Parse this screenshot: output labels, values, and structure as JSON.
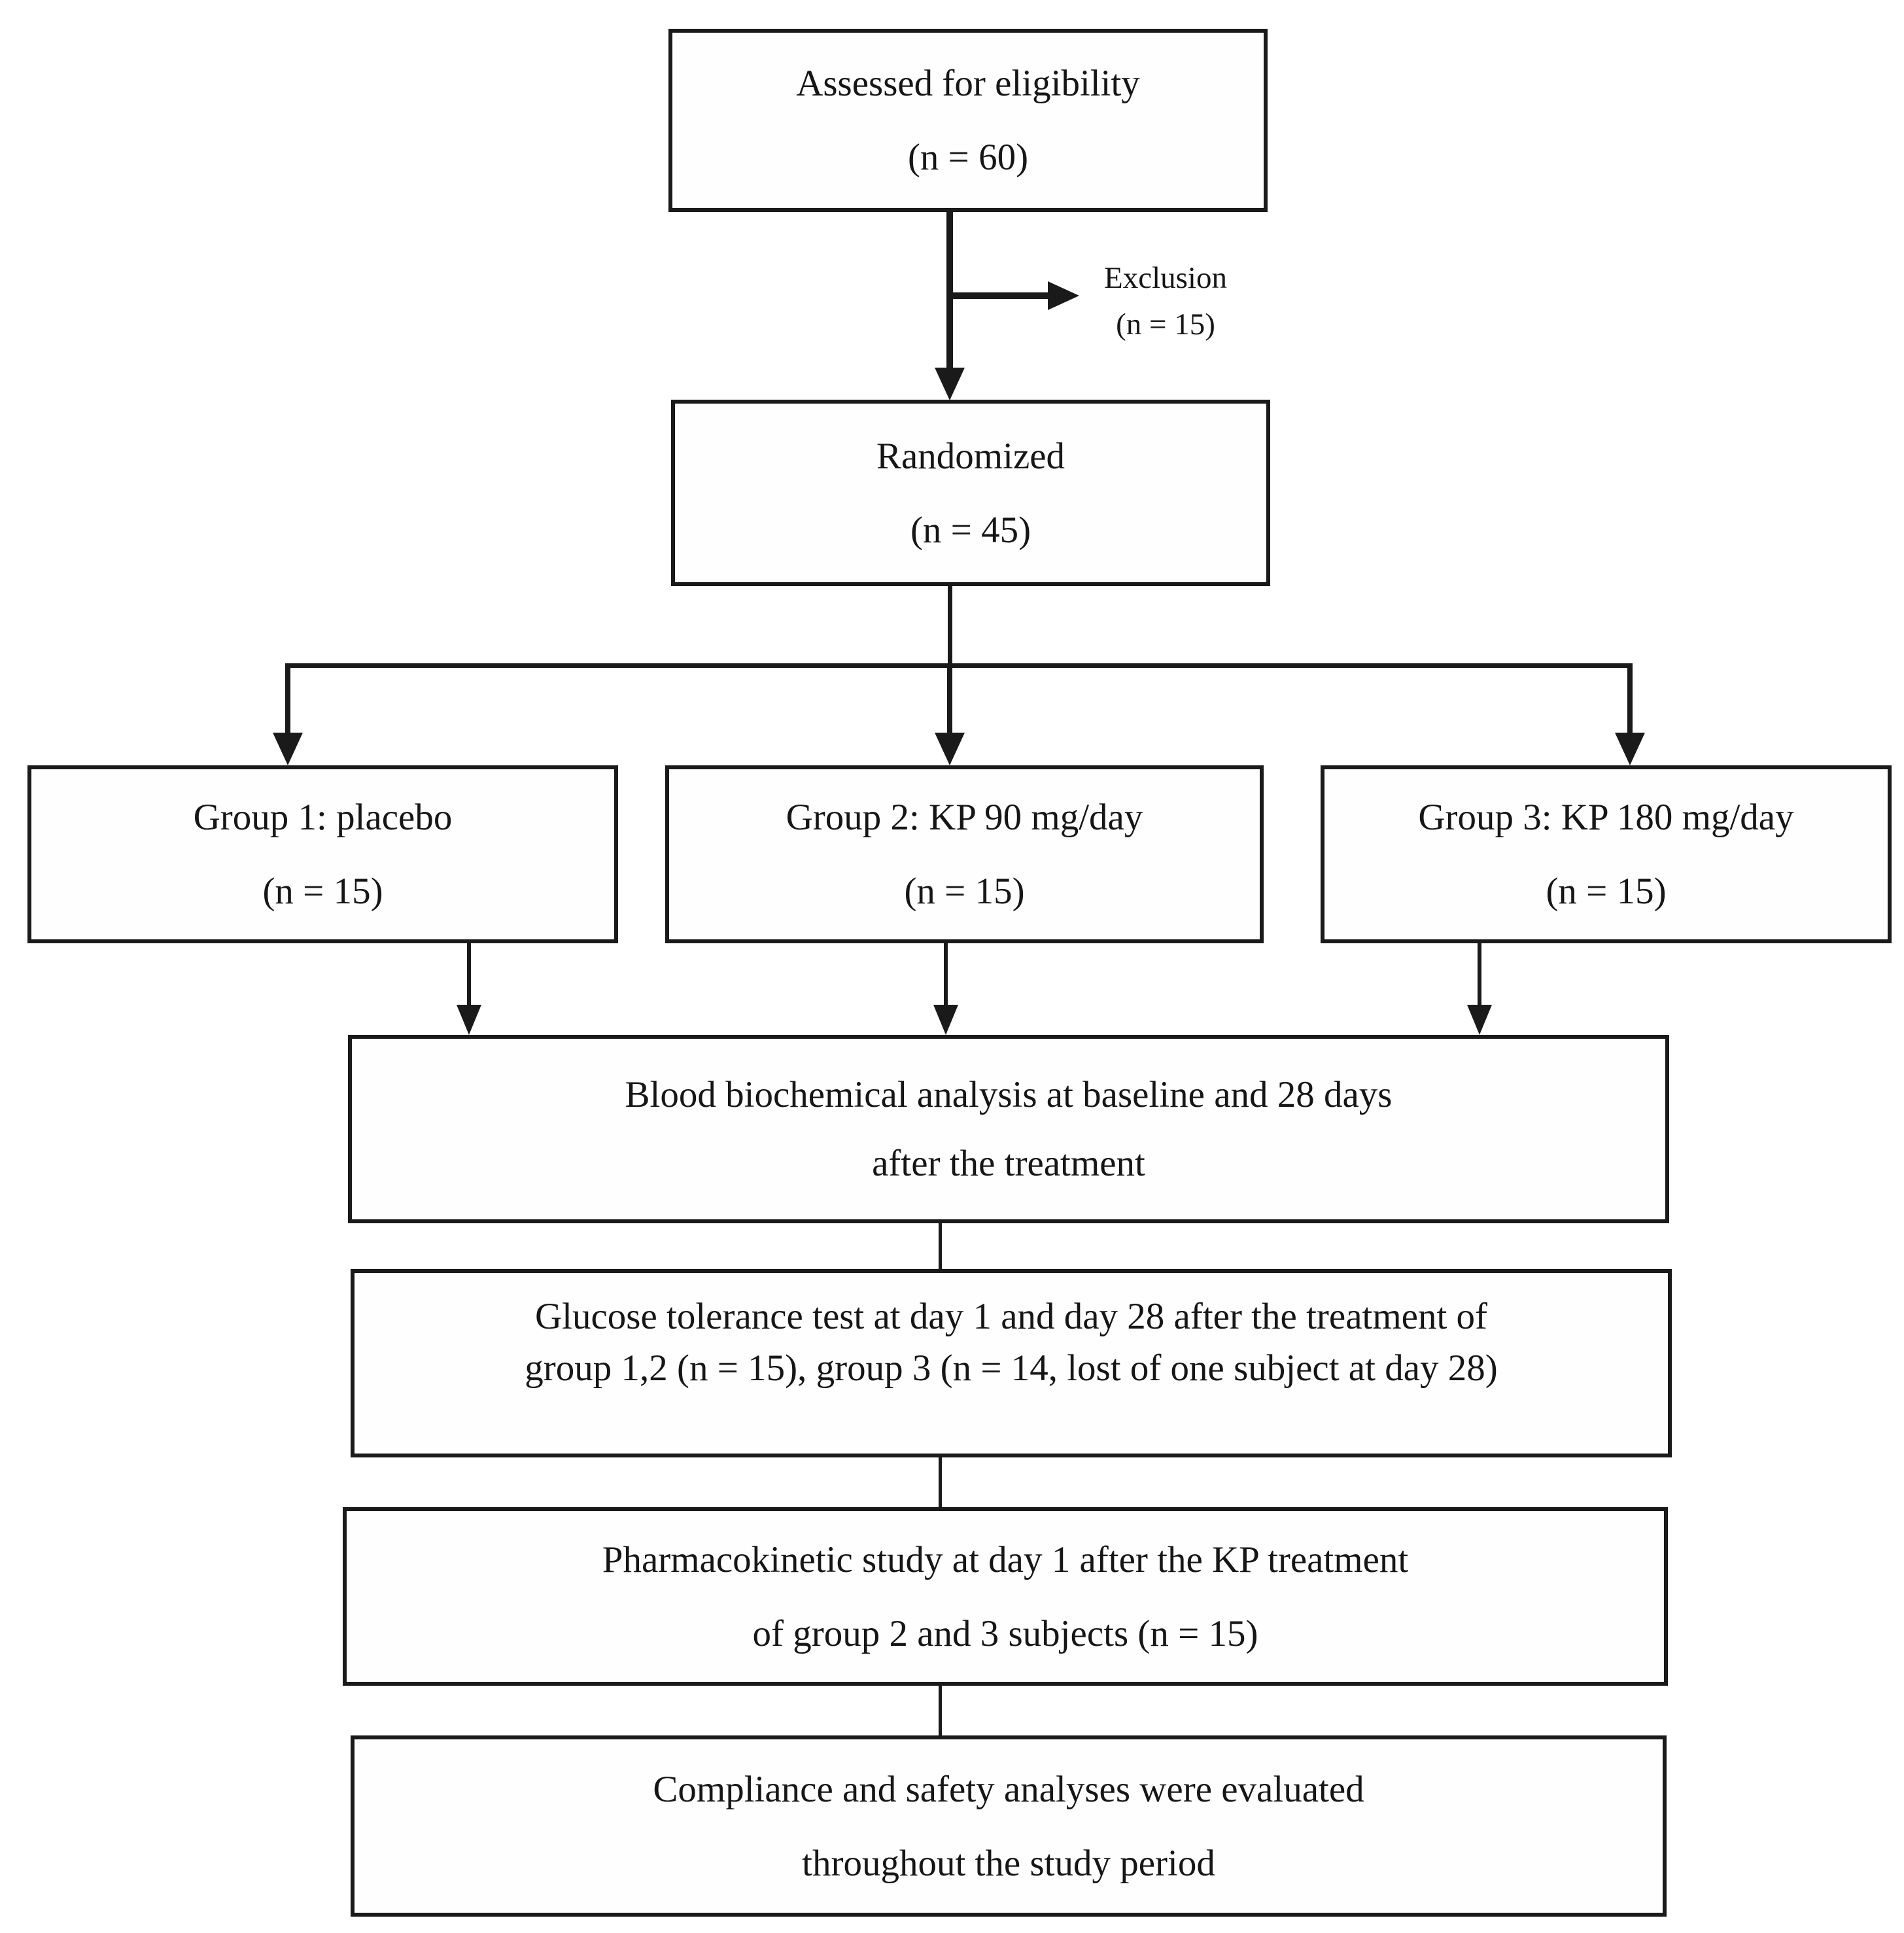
{
  "diagram": {
    "background": "#ffffff",
    "ink": "#1a1a1a",
    "nodes": {
      "assessed": {
        "line1": "Assessed for eligibility",
        "line2": "(n = 60)"
      },
      "exclusion": {
        "line1": "Exclusion",
        "line2": "(n = 15)"
      },
      "randomized": {
        "line1": "Randomized",
        "line2": "(n = 45)"
      },
      "group1": {
        "line1": "Group 1: placebo",
        "line2": "(n = 15)"
      },
      "group2": {
        "line1": "Group 2: KP 90 mg/day",
        "line2": "(n = 15)"
      },
      "group3": {
        "line1": "Group 3: KP 180 mg/day",
        "line2": "(n = 15)"
      },
      "blood": {
        "line1": "Blood biochemical analysis at baseline and 28 days",
        "line2": "after the treatment"
      },
      "glucose": {
        "line1": "Glucose tolerance test at day 1 and day 28 after the treatment of",
        "line2": "group 1,2 (n = 15), group 3 (n = 14, lost of one subject at day 28)"
      },
      "pharmacokinetic": {
        "line1": "Pharmacokinetic study at day 1 after the KP treatment",
        "line2": "of group 2 and 3 subjects (n = 15)"
      },
      "compliance": {
        "line1": "Compliance and safety analyses were evaluated",
        "line2": "throughout the study period"
      }
    },
    "edges": [
      "assessed -> exclusion",
      "assessed -> randomized",
      "randomized -> group1",
      "randomized -> group2",
      "randomized -> group3",
      "group1 -> blood",
      "group2 -> blood",
      "group3 -> blood",
      "blood -> glucose",
      "glucose -> pharmacokinetic",
      "pharmacokinetic -> compliance"
    ]
  }
}
